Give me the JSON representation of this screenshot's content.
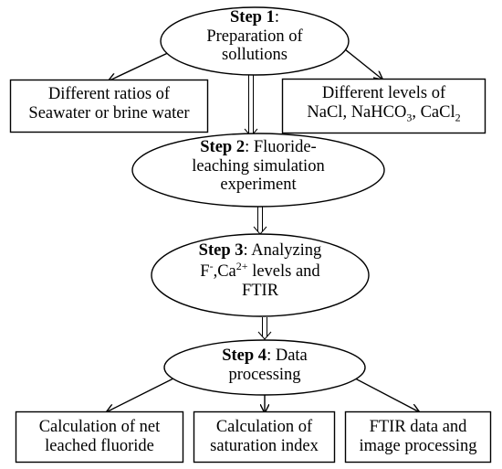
{
  "step1": {
    "label": "Step 1",
    "after": ":",
    "line2": "Preparation of",
    "line3": "sollutions"
  },
  "left_box": {
    "line1": "Different ratios of",
    "line2": "Seawater or brine water"
  },
  "right_box": {
    "line1": "Different levels of",
    "line2_a": "NaCl, NaHCO",
    "sub_a": "3",
    "line2_b": ", CaCl",
    "sub_b": "2"
  },
  "step2": {
    "label": "Step 2",
    "after": ": Fluoride-",
    "line2": "leaching simulation",
    "line3": "experiment"
  },
  "step3": {
    "label": "Step 3",
    "after": ": Analyzing",
    "f": "F",
    "f_sup": "-",
    "ca": ",Ca",
    "ca_sup": "2+",
    "levels": " levels and",
    "line3": "FTIR"
  },
  "step4": {
    "label": "Step 4",
    "after": ": Data",
    "line2": "processing"
  },
  "out1": {
    "line1": "Calculation of net",
    "line2": "leached fluoride"
  },
  "out2": {
    "line1": "Calculation of",
    "line2": "saturation index"
  },
  "out3": {
    "line1": "FTIR data and",
    "line2": "image processing"
  },
  "colors": {
    "line": "#000000",
    "fill": "#ffffff",
    "ghost_text": "#b7c7df"
  }
}
